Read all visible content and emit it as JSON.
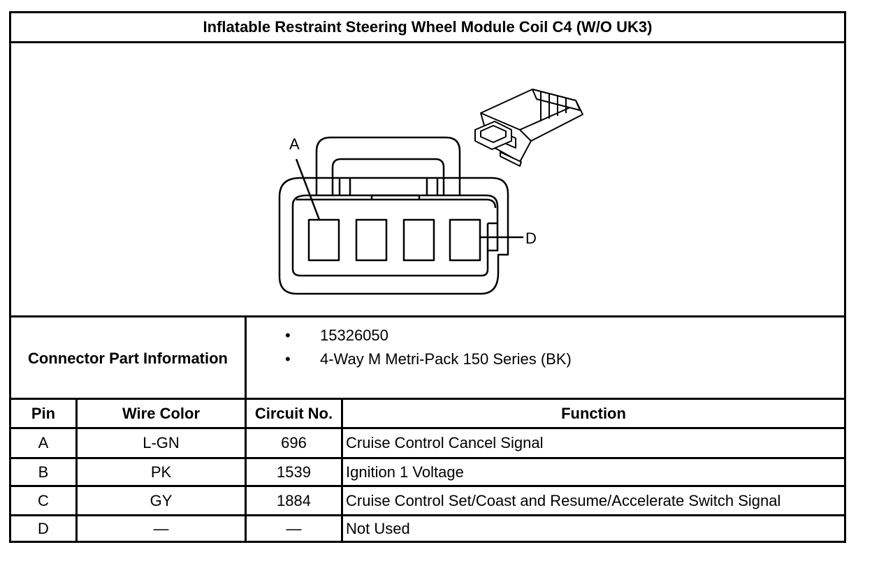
{
  "title": "Inflatable Restraint Steering Wheel Module Coil C4 (W/O UK3)",
  "diagram": {
    "label_a": "A",
    "label_d": "D"
  },
  "connector_part_information": {
    "label": "Connector Part Information",
    "items": [
      {
        "bullet": "•",
        "text": "15326050"
      },
      {
        "bullet": "•",
        "text": "4-Way M Metri-Pack 150 Series (BK)"
      }
    ]
  },
  "table": {
    "headers": {
      "pin": "Pin",
      "wire_color": "Wire Color",
      "circuit": "Circuit No.",
      "function": "Function"
    },
    "rows": [
      {
        "pin": "A",
        "wire_color": "L-GN",
        "circuit": "696",
        "function": "Cruise Control Cancel Signal"
      },
      {
        "pin": "B",
        "wire_color": "PK",
        "circuit": "1539",
        "function": "Ignition 1 Voltage"
      },
      {
        "pin": "C",
        "wire_color": "GY",
        "circuit": "1884",
        "function": "Cruise Control Set/Coast and Resume/Accelerate Switch Signal"
      },
      {
        "pin": "D",
        "wire_color": "—",
        "circuit": "—",
        "function": "Not Used"
      }
    ]
  }
}
